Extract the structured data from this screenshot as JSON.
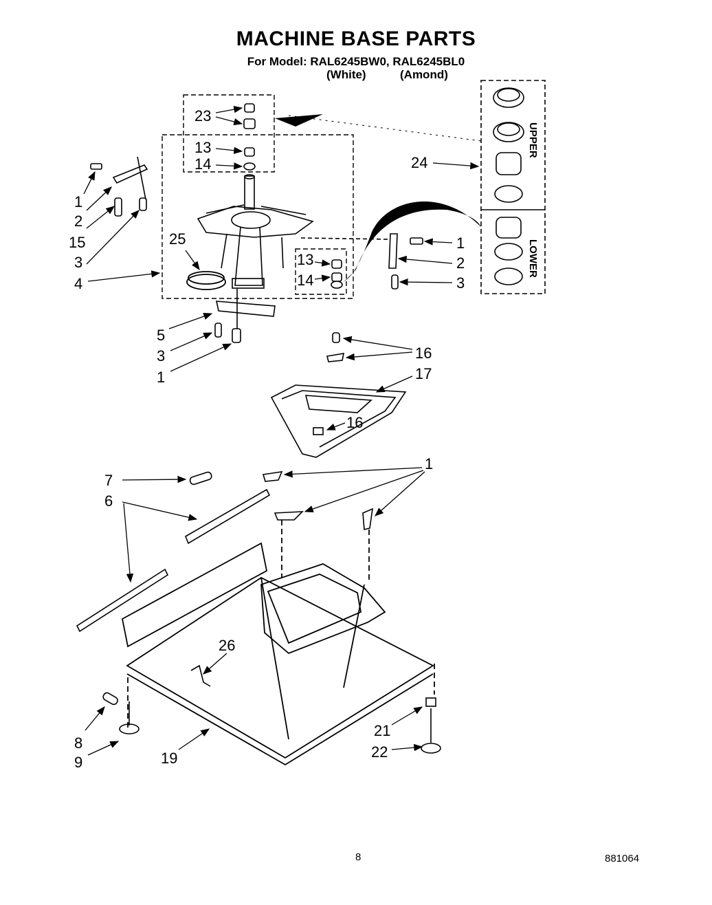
{
  "header": {
    "title": "MACHINE BASE PARTS",
    "subtitle": "For Model: RAL6245BW0, RAL6245BL0",
    "variant_white": "(White)",
    "variant_almond": "(Amond)"
  },
  "footer": {
    "page_number": "8",
    "doc_number": "881064"
  },
  "callouts": {
    "c23": "23",
    "c13a": "13",
    "c14a": "14",
    "c1a": "1",
    "c2a": "2",
    "c15": "15",
    "c3a": "3",
    "c4": "4",
    "c25": "25",
    "c13b": "13",
    "c14b": "14",
    "c1b": "1",
    "c2b": "2",
    "c3b": "3",
    "c24": "24",
    "c5": "5",
    "c3c": "3",
    "c1c": "1",
    "c16a": "16",
    "c17": "17",
    "c16b": "16",
    "c7": "7",
    "c6": "6",
    "c1d": "1",
    "c26": "26",
    "c8": "8",
    "c9": "9",
    "c19": "19",
    "c21": "21",
    "c22": "22"
  },
  "side_panel": {
    "upper_label": "UPPER",
    "lower_label": "LOWER"
  }
}
